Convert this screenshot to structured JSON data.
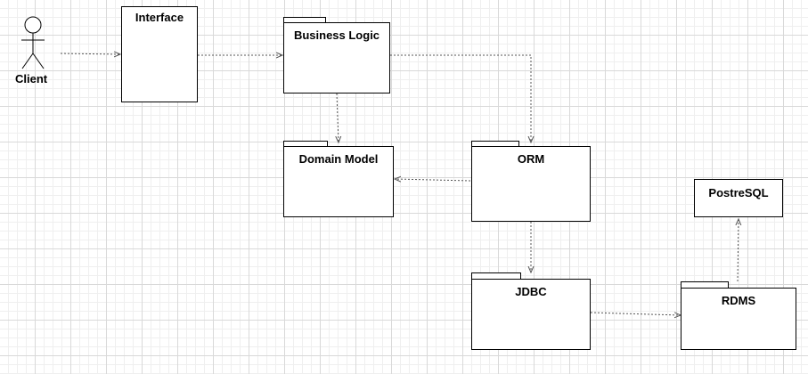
{
  "diagram": {
    "actor": {
      "label": "Client"
    },
    "nodes": {
      "interface": {
        "label": "Interface",
        "kind": "component"
      },
      "business_logic": {
        "label": "Business Logic",
        "kind": "package"
      },
      "domain_model": {
        "label": "Domain Model",
        "kind": "package"
      },
      "orm": {
        "label": "ORM",
        "kind": "package"
      },
      "jdbc": {
        "label": "JDBC",
        "kind": "package"
      },
      "rdms": {
        "label": "RDMS",
        "kind": "package"
      },
      "postresql": {
        "label": "PostreSQL",
        "kind": "component"
      }
    },
    "edges": [
      {
        "from": "actor",
        "to": "interface",
        "style": "dashed-arrow"
      },
      {
        "from": "interface",
        "to": "business_logic",
        "style": "dashed-arrow"
      },
      {
        "from": "business_logic",
        "to": "domain_model",
        "style": "dashed-arrow"
      },
      {
        "from": "business_logic",
        "to": "orm",
        "style": "dashed-arrow"
      },
      {
        "from": "orm",
        "to": "domain_model",
        "style": "dashed-arrow"
      },
      {
        "from": "orm",
        "to": "jdbc",
        "style": "dashed-arrow"
      },
      {
        "from": "jdbc",
        "to": "rdms",
        "style": "dashed-arrow"
      },
      {
        "from": "rdms",
        "to": "postresql",
        "style": "dashed-arrow"
      }
    ],
    "colors": {
      "stroke": "#000000",
      "edge": "#555555",
      "grid": "#d9d9d9"
    }
  }
}
